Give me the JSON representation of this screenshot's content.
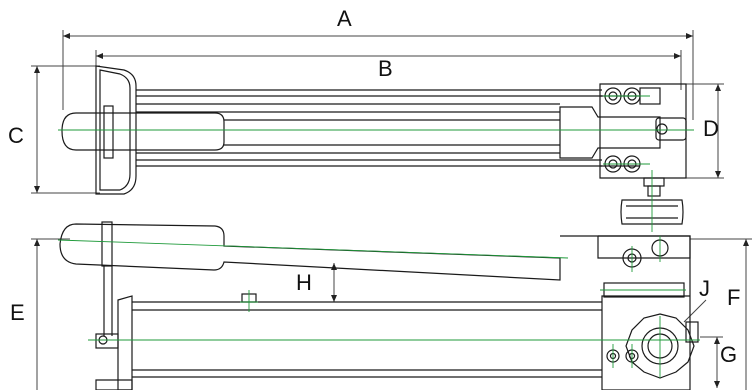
{
  "labels": {
    "a": "A",
    "b": "B",
    "c": "C",
    "d": "D",
    "e": "E",
    "f": "F",
    "g": "G",
    "h": "H",
    "j": "J"
  },
  "colors": {
    "outline": "#1a1a1a",
    "centerline": "#1f9a3a",
    "dimension": "#3a3aa8",
    "background": "#ffffff"
  }
}
